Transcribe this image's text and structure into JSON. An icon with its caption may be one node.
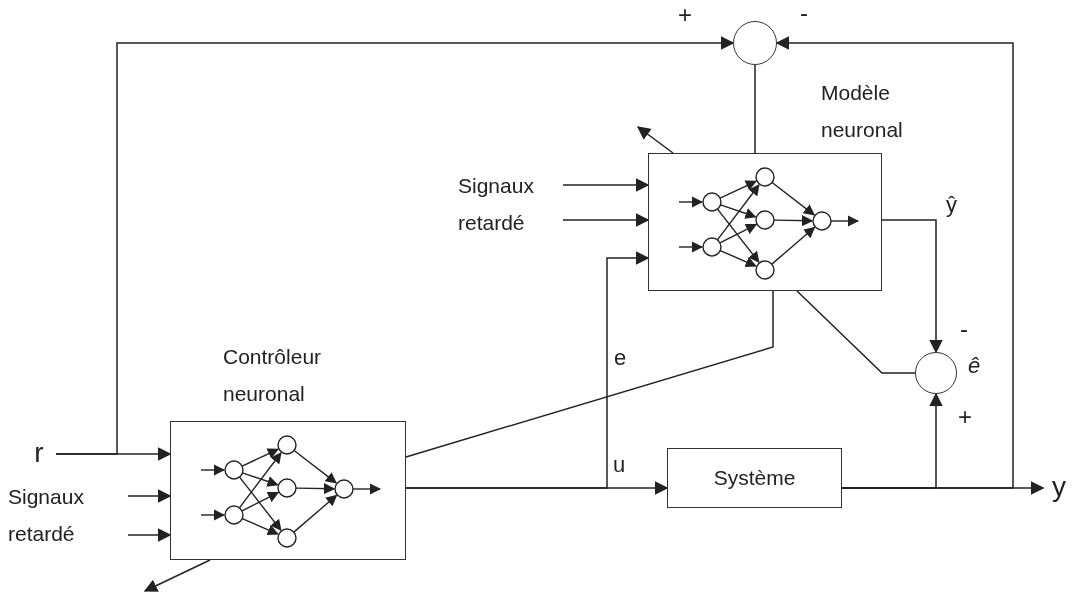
{
  "diagram": {
    "nodes": [
      {
        "text": [],
        "shape": "circle"
      },
      {
        "text": [
          "Modèle neuronal"
        ]
      },
      {
        "text": [
          "Signaux retardé"
        ]
      },
      {
        "text": [
          "r"
        ]
      },
      {
        "text": [
          "Contrôleur neuronal"
        ]
      },
      {
        "text": [
          "Signaux retardé"
        ]
      },
      {
        "text": [],
        "shape": "circle",
        "beside": [
          "ê"
        ]
      },
      {
        "text": [
          "Système"
        ]
      },
      {
        "text": [
          "y"
        ]
      }
    ],
    "edges": [
      {
        "from": 3,
        "to": 4,
        "arrow": "to"
      },
      {
        "from": 3,
        "to": 0,
        "arrow": "to"
      },
      {
        "from": 5,
        "to": 4,
        "arrow": "to"
      },
      {
        "from": 5,
        "to": 4,
        "arrow": "to"
      },
      {
        "from": 4,
        "to": 7,
        "arrow": "to",
        "label": "u"
      },
      {
        "from": 4,
        "to": 1,
        "arrow": "to"
      },
      {
        "from": 4,
        "to": 1,
        "arrow": "none",
        "label": "e"
      },
      {
        "from": 4,
        "to": null,
        "arrow": "to"
      },
      {
        "from": 2,
        "to": 1,
        "arrow": "to"
      },
      {
        "from": 2,
        "to": 1,
        "arrow": "to"
      },
      {
        "from": 0,
        "to": 1,
        "arrow": "none"
      },
      {
        "from": 1,
        "to": 6,
        "arrow": "to",
        "label": "ŷ"
      },
      {
        "from": 6,
        "to": 1,
        "arrow": "none"
      },
      {
        "from": 1,
        "to": null,
        "arrow": "to"
      },
      {
        "from": 7,
        "to": 8,
        "arrow": "to"
      },
      {
        "from": 7,
        "to": 6,
        "arrow": "to"
      },
      {
        "from": 7,
        "to": 0,
        "arrow": "to"
      }
    ],
    "labels": [
      "+",
      "-",
      "-",
      "+"
    ]
  }
}
